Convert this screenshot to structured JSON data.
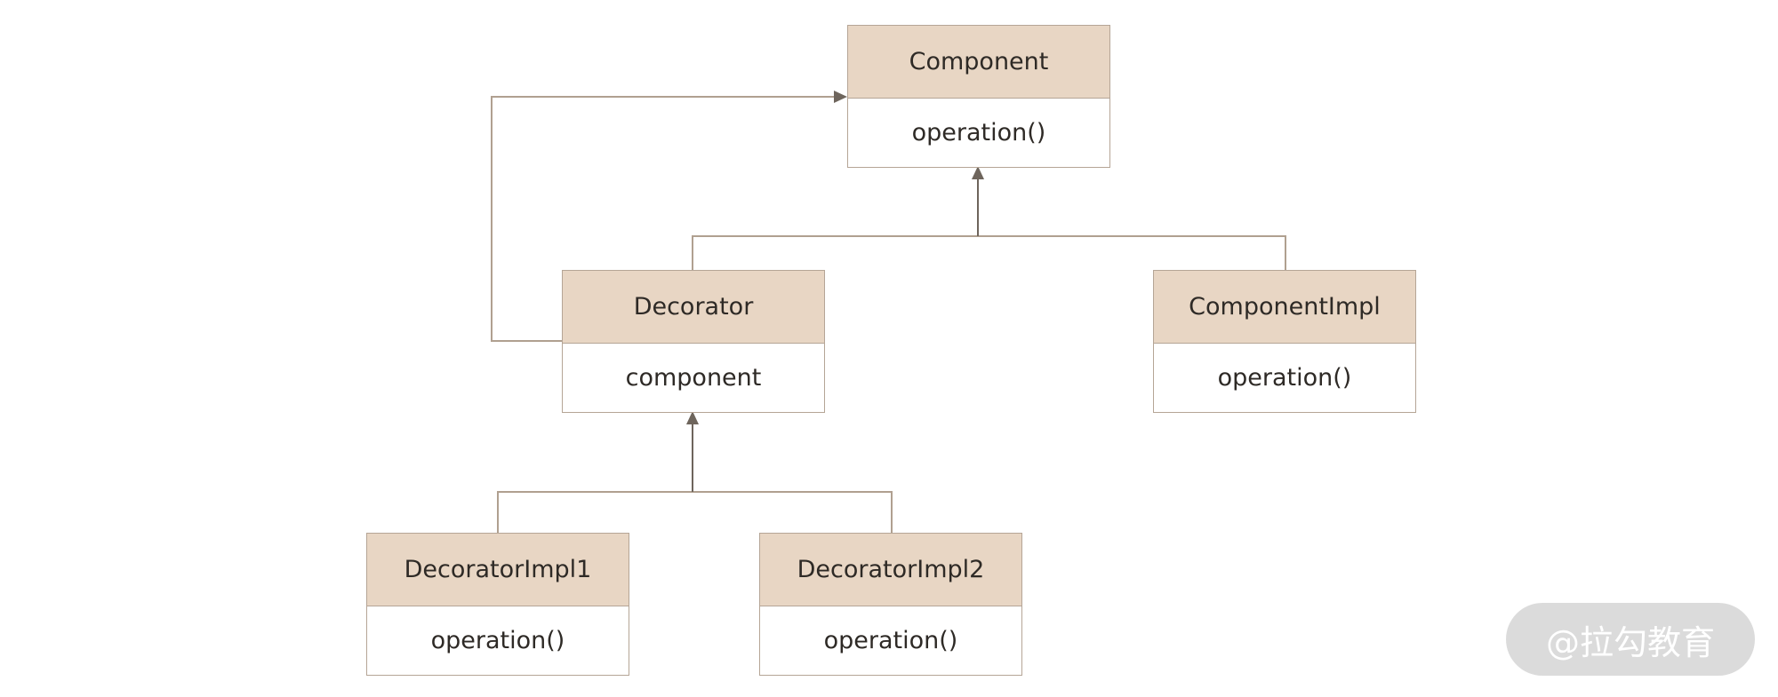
{
  "classes": {
    "component": {
      "name": "Component",
      "member": "operation()"
    },
    "decorator": {
      "name": "Decorator",
      "member": "component"
    },
    "component_impl": {
      "name": "ComponentImpl",
      "member": "operation()"
    },
    "decorator_impl1": {
      "name": "DecoratorImpl1",
      "member": "operation()"
    },
    "decorator_impl2": {
      "name": "DecoratorImpl2",
      "member": "operation()"
    }
  },
  "relationships": [
    {
      "from": "Decorator",
      "to": "Component",
      "kind": "inheritance"
    },
    {
      "from": "ComponentImpl",
      "to": "Component",
      "kind": "inheritance"
    },
    {
      "from": "Decorator",
      "to": "Component",
      "kind": "association"
    },
    {
      "from": "DecoratorImpl1",
      "to": "Decorator",
      "kind": "inheritance"
    },
    {
      "from": "DecoratorImpl2",
      "to": "Decorator",
      "kind": "inheritance"
    }
  ],
  "watermark": {
    "text": "@拉勾教育"
  },
  "colors": {
    "header_fill": "#e8d6c4",
    "border": "#b5a596",
    "connector": "#b0a090",
    "arrow": "#6e655c",
    "text": "#2e2a26",
    "watermark_bg": "#d9d9d9"
  }
}
